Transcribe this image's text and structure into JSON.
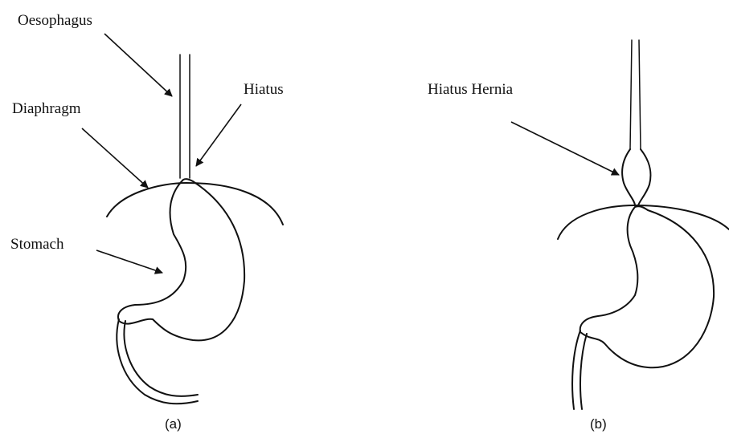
{
  "labels": {
    "oesophagus": "Oesophagus",
    "hiatus": "Hiatus",
    "diaphragm": "Diaphragm",
    "stomach": "Stomach",
    "hiatus_hernia": "Hiatus Hernia"
  },
  "captions": {
    "a": "(a)",
    "b": "(b)"
  }
}
